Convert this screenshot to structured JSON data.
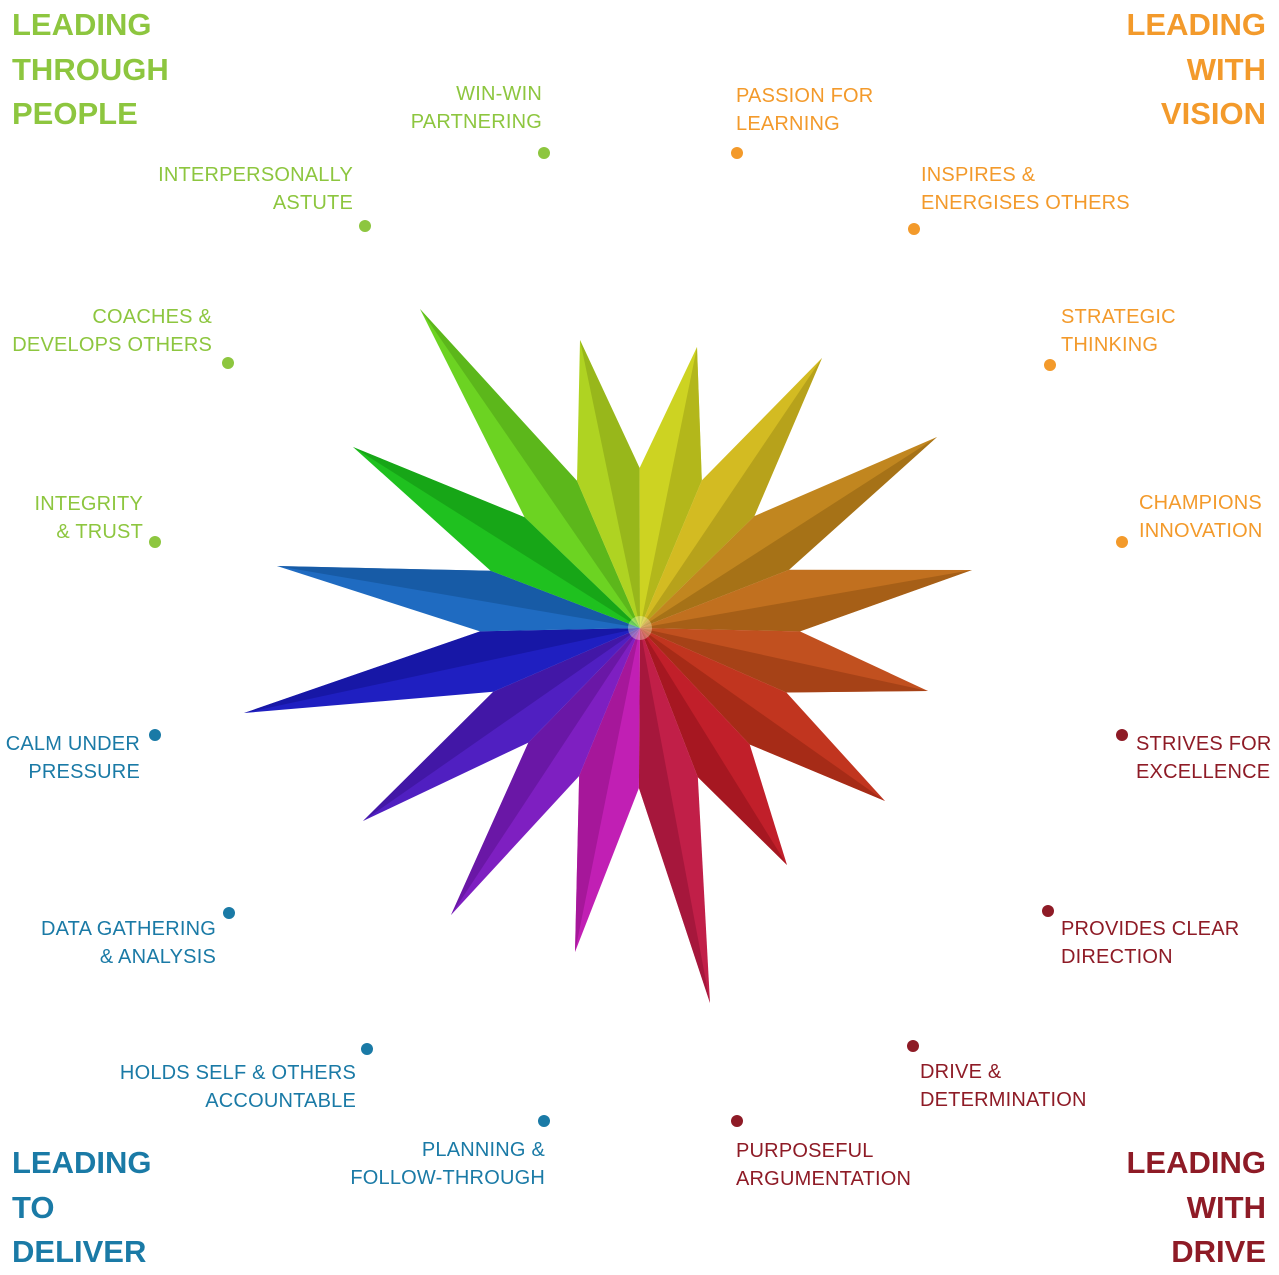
{
  "colors": {
    "people": "#8dc63f",
    "vision": "#f39a2b",
    "deliver": "#1a7aa6",
    "drive": "#8e1b26"
  },
  "corners": {
    "people": [
      "LEADING",
      "THROUGH",
      "PEOPLE"
    ],
    "vision": [
      "LEADING",
      "WITH",
      "VISION"
    ],
    "deliver": [
      "LEADING",
      "TO",
      "DELIVER"
    ],
    "drive": [
      "LEADING",
      "WITH",
      "DRIVE"
    ]
  },
  "competencies": {
    "win_win": [
      "WIN-WIN",
      "PARTNERING"
    ],
    "interpersonally": [
      "INTERPERSONALLY",
      "ASTUTE"
    ],
    "coaches": [
      "COACHES &",
      "DEVELOPS OTHERS"
    ],
    "integrity": [
      "INTEGRITY",
      "& TRUST"
    ],
    "passion": [
      "PASSION FOR",
      "LEARNING"
    ],
    "inspires": [
      "INSPIRES &",
      "ENERGISES OTHERS"
    ],
    "strategic": [
      "STRATEGIC",
      "THINKING"
    ],
    "champions": [
      "CHAMPIONS",
      "INNOVATION"
    ],
    "calm": [
      "CALM UNDER",
      "PRESSURE"
    ],
    "data": [
      "DATA GATHERING",
      "& ANALYSIS"
    ],
    "holds": [
      "HOLDS SELF & OTHERS",
      "ACCOUNTABLE"
    ],
    "planning": [
      "PLANNING &",
      "FOLLOW-THROUGH"
    ],
    "strives": [
      "STRIVES FOR",
      "EXCELLENCE"
    ],
    "provides": [
      "PROVIDES CLEAR",
      "DIRECTION"
    ],
    "drive": [
      "DRIVE &",
      "DETERMINATION"
    ],
    "purposeful": [
      "PURPOSEFUL",
      "ARGUMENTATION"
    ]
  }
}
